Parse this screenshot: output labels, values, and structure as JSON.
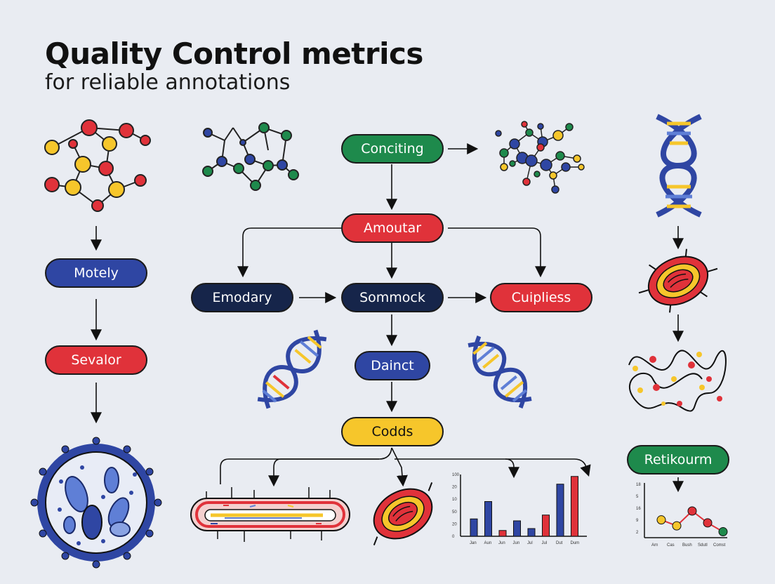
{
  "header": {
    "title": "Quality Control metrics",
    "subtitle": "for reliable annotations"
  },
  "nodes": {
    "conciting": "Conciting",
    "amoutar": "Amoutar",
    "emodary": "Emodary",
    "sommock": "Sommock",
    "cuipliess": "Cuipliess",
    "dainct": "Dainct",
    "codds": "Codds",
    "motely": "Motely",
    "sevalor": "Sevalor",
    "retikourm": "Retikourm"
  },
  "colors": {
    "green": "#1e8a4c",
    "red": "#e0323a",
    "navy": "#16254a",
    "blue": "#2f46a3",
    "yellow": "#f6c62b"
  },
  "icons": [
    "molecule-icon",
    "dna-helix-icon",
    "cell-icon",
    "bacterium-icon",
    "virus-icon",
    "bar-chart-icon",
    "line-chart-icon"
  ],
  "chart_data": [
    {
      "type": "bar",
      "categories": [
        "Jan",
        "Aun",
        "Jun",
        "Jun",
        "Jul",
        "Jul",
        "Dut",
        "Dum"
      ],
      "series": [
        {
          "values": [
            45,
            90,
            15,
            40,
            20,
            55,
            135,
            155
          ]
        }
      ],
      "yticks": [
        "0",
        "20",
        "50",
        "10",
        "20",
        "100"
      ],
      "ylim": [
        0,
        160
      ]
    },
    {
      "type": "line",
      "categories": [
        "Arn",
        "Cas",
        "Bush",
        "Sdutl",
        "Comst"
      ],
      "series": [
        {
          "values": [
            6,
            4,
            9,
            5,
            2
          ]
        }
      ],
      "yticks": [
        "18",
        "5",
        "16",
        "9",
        "2"
      ],
      "ylim": [
        0,
        18
      ]
    }
  ]
}
